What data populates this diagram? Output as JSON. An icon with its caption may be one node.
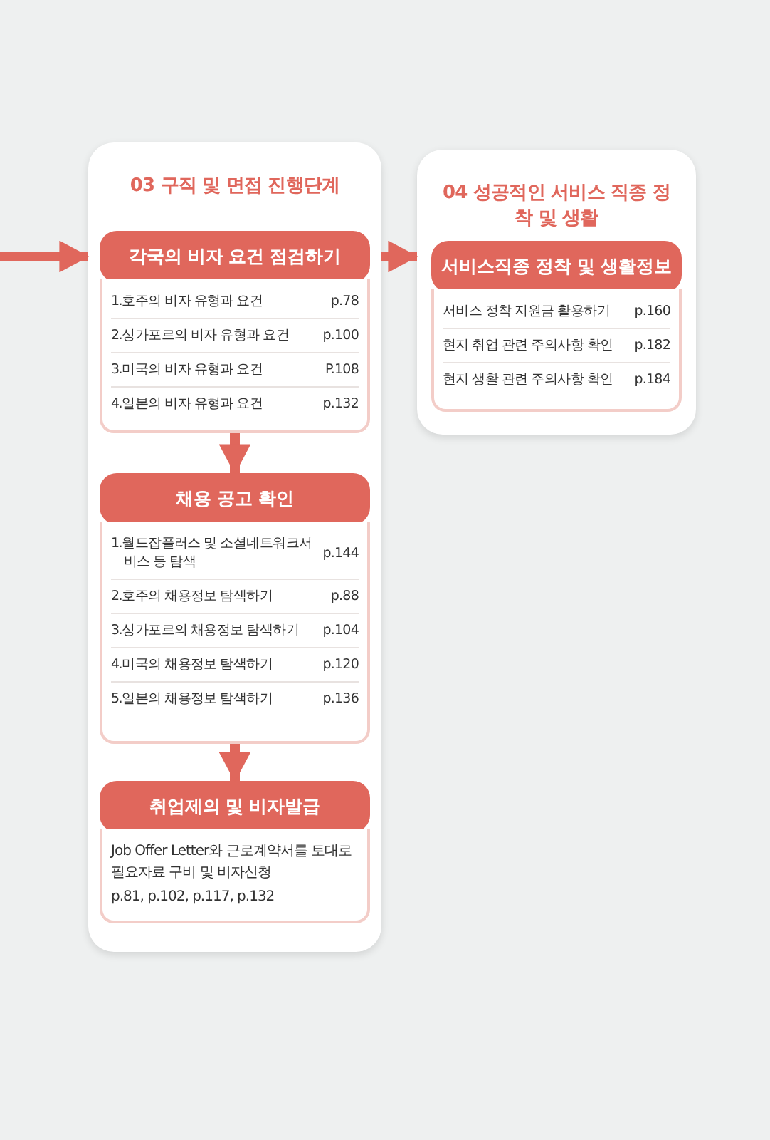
{
  "diagram": {
    "nodes": [
      {
        "text": [
          "03 구직 및 면접 진행단계"
        ]
      },
      {
        "text": [
          "각국의 비자 요건 점검하기",
          "1.호주의 비자 유형과 요건",
          "p.78",
          "2.싱가포르의 비자 유형과 요건",
          "p.100",
          "3.미국의 비자 유형과 요건",
          "P.108",
          "4.일본의 비자 유형과 요건",
          "p.132"
        ],
        "in": 0
      },
      {
        "text": [
          "채용 공고 확인",
          "1.월드잡플러스 및 소셜네트워크서비스 등 탐색",
          "p.144",
          "2.호주의 채용정보 탐색하기",
          "p.88",
          "3.싱가포르의 채용정보 탐색하기",
          "p.104",
          "4.미국의 채용정보 탐색하기",
          "p.120",
          "5.일본의 채용정보 탐색하기",
          "p.136"
        ],
        "in": 0
      },
      {
        "text": [
          "취업제의 및 비자발급",
          "Job Offer Letter와 근로계약서를 토대로 필요자료 구비 및 비자신청",
          "p.81, p.102, p.117, p.132"
        ],
        "in": 0
      },
      {
        "text": [
          "04 성공적인 서비스 직종 정착 및 생활"
        ]
      },
      {
        "text": [
          "서비스직종 정착 및 생활정보",
          "서비스 정착 지원금 활용하기",
          "p.160",
          "현지 취업 관련 주의사항 확인",
          "p.182",
          "현지 생활 관련 주의사항 확인",
          "p.184"
        ],
        "in": 4
      }
    ],
    "edges": [
      {
        "from": null,
        "to": 0,
        "arrow": "to"
      },
      {
        "from": 0,
        "to": 4,
        "arrow": "to"
      },
      {
        "from": 1,
        "to": 2,
        "arrow": "to"
      },
      {
        "from": 2,
        "to": 3,
        "arrow": "to"
      }
    ]
  }
}
